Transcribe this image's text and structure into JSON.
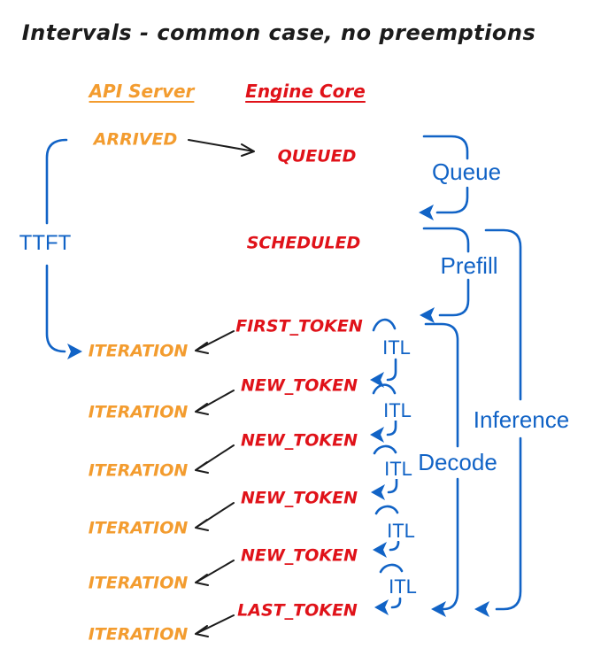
{
  "title": "Intervals - common case, no preemptions",
  "colors": {
    "orange": "#F39C2F",
    "red": "#E01219",
    "blue": "#1163C6",
    "black": "#1C1C1C",
    "background": "#FFFFFF"
  },
  "headers": {
    "api_server": "API Server",
    "engine_core": "Engine Core"
  },
  "api_server": {
    "arrived": "ARRIVED",
    "iterations": [
      "ITERATION",
      "ITERATION",
      "ITERATION",
      "ITERATION",
      "ITERATION",
      "ITERATION"
    ]
  },
  "engine_core": {
    "queued": "QUEUED",
    "scheduled": "SCHEDULED",
    "first_token": "FIRST_TOKEN",
    "new_tokens": [
      "NEW_TOKEN",
      "NEW_TOKEN",
      "NEW_TOKEN",
      "NEW_TOKEN"
    ],
    "last_token": "LAST_TOKEN"
  },
  "intervals": {
    "ttft": "TTFT",
    "queue": "Queue",
    "prefill": "Prefill",
    "itl": [
      "ITL",
      "ITL",
      "ITL",
      "ITL",
      "ITL"
    ],
    "decode": "Decode",
    "inference": "Inference"
  }
}
